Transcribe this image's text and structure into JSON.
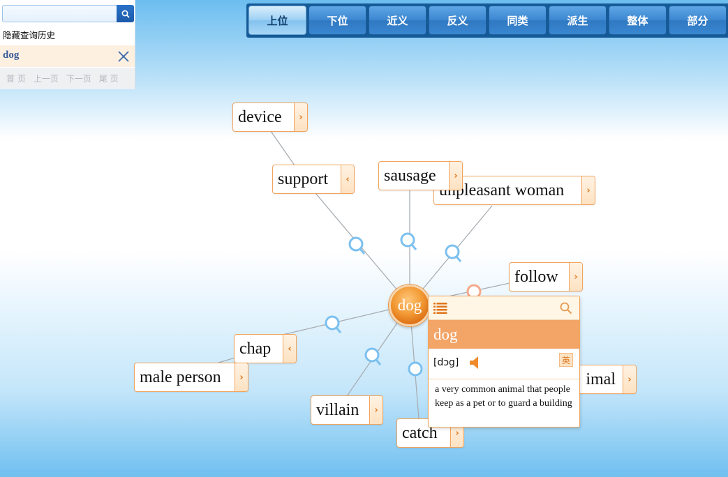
{
  "search": {
    "placeholder": "",
    "value": ""
  },
  "history": {
    "hide_label": "隐藏查询历史",
    "item_word": "dog"
  },
  "pager": {
    "first": "首 页",
    "prev": "上一页",
    "next": "下一页",
    "last": "尾 页"
  },
  "tabs": [
    {
      "label": "上位",
      "active": true
    },
    {
      "label": "下位",
      "active": false
    },
    {
      "label": "近义",
      "active": false
    },
    {
      "label": "反义",
      "active": false
    },
    {
      "label": "同类",
      "active": false
    },
    {
      "label": "派生",
      "active": false
    },
    {
      "label": "整体",
      "active": false
    },
    {
      "label": "部分",
      "active": false
    }
  ],
  "graph": {
    "center": "dog",
    "nodes": [
      {
        "label": "device",
        "arrow": "›"
      },
      {
        "label": "support",
        "arrow": "‹"
      },
      {
        "label": "sausage",
        "arrow": "›"
      },
      {
        "label": "unpleasant woman",
        "arrow": "›"
      },
      {
        "label": "follow",
        "arrow": "›"
      },
      {
        "label": "chap",
        "arrow": "‹"
      },
      {
        "label": "male person",
        "arrow": "›"
      },
      {
        "label": "villain",
        "arrow": "›"
      },
      {
        "label": "catch",
        "arrow": "›"
      },
      {
        "label": "imal",
        "arrow": "›"
      }
    ]
  },
  "popup": {
    "word": "dog",
    "phonetic": "[dɔg]",
    "lang": "英",
    "definition": "a very common animal that people keep as a pet or to guard a building"
  },
  "colors": {
    "accent_orange": "#f3a467",
    "tab_blue": "#3e88d1",
    "link_blue": "#7cc0ef"
  }
}
